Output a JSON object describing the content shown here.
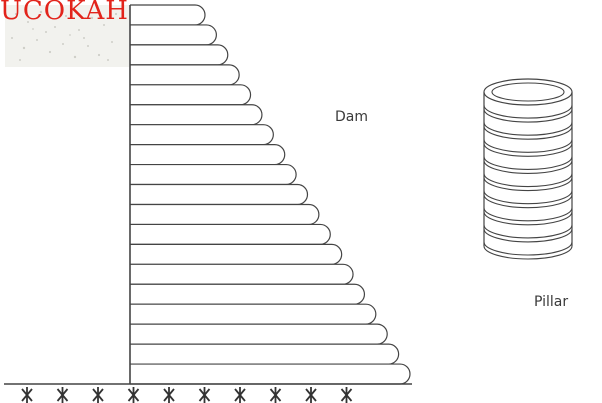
{
  "watermark": "UCOKAH",
  "labels": {
    "dam": "Dam",
    "pillar": "Pillar"
  },
  "colors": {
    "stroke": "#444444",
    "watermark": "#e2241b",
    "fill": "#ffffff"
  },
  "dam": {
    "layers": 19
  },
  "pillar": {
    "rings": 10
  },
  "ground": {
    "marks": 10
  }
}
